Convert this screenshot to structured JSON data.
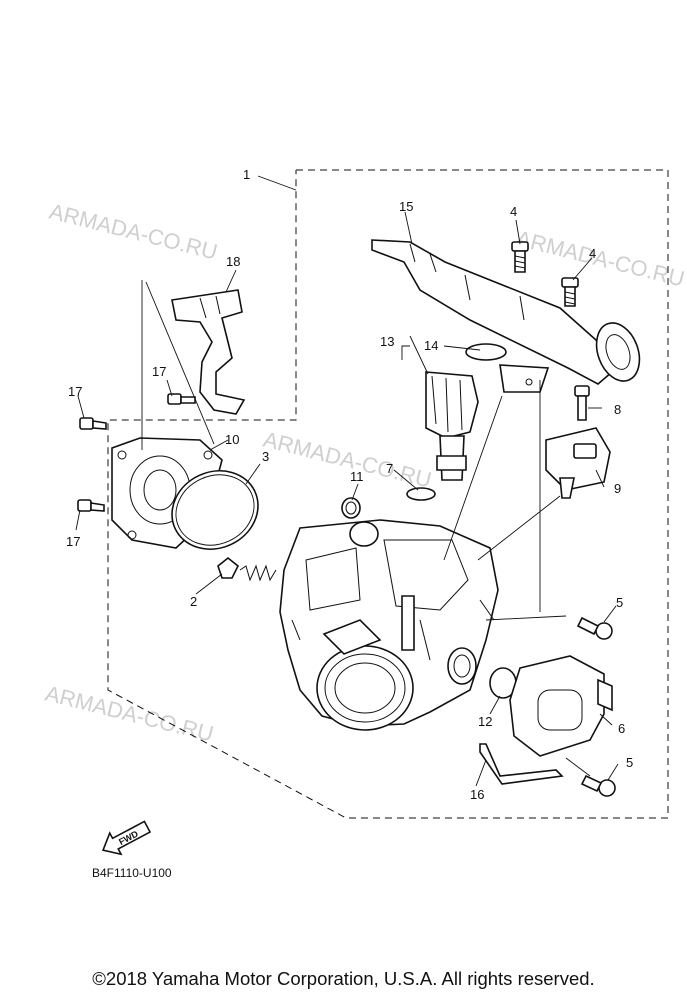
{
  "watermarks": [
    "ARMADA-CO.RU",
    "ARMADA-CO.RU",
    "ARMADA-CO.RU",
    "ARMADA-CO.RU"
  ],
  "callouts": [
    "1",
    "2",
    "3",
    "4",
    "4",
    "5",
    "5",
    "6",
    "7",
    "8",
    "9",
    "10",
    "11",
    "12",
    "13",
    "14",
    "15",
    "16",
    "17",
    "17",
    "17",
    "18"
  ],
  "fwd_label": "FWD",
  "diagram_code": "B4F1110-U100",
  "copyright": "©2018 Yamaha Motor Corporation, U.S.A. All rights reserved."
}
